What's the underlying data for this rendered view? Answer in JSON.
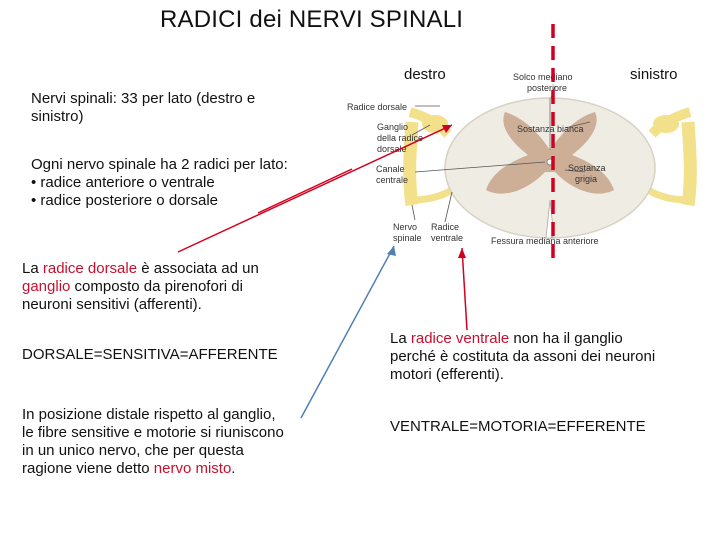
{
  "title": "RADICI dei NERVI SPINALI",
  "side_labels": {
    "right_side": "destro",
    "left_side": "sinistro"
  },
  "figure_labels": {
    "dorsal_root": "Radice dorsale",
    "median_sulcus_line1": "Solco mediano",
    "median_sulcus_line2": "posteriore",
    "ganglion_line1": "Ganglio",
    "ganglion_line2": "della radice",
    "ganglion_line3": "dorsale",
    "white_matter": "Sostanza bianca",
    "central_canal_line1": "Canale",
    "central_canal_line2": "centrale",
    "gray_matter_line1": "Sostanza",
    "gray_matter_line2": "grigia",
    "spinal_nerve_line1": "Nervo",
    "spinal_nerve_line2": "spinale",
    "ventral_root_line1": "Radice",
    "ventral_root_line2": "ventrale",
    "anterior_fissure": "Fessura mediana anteriore"
  },
  "text": {
    "p1_line1": "Nervi spinali: 33 per lato (destro e",
    "p1_line2": "sinistro)",
    "p2_line1": "Ogni nervo spinale ha 2 radici per lato:",
    "p2_line2": "• radice anteriore o ventrale",
    "p2_line3": "• radice posteriore o dorsale",
    "p3_l1_a": "La ",
    "p3_l1_red": "radice dorsale",
    "p3_l1_b": " è associata ad un",
    "p3_l2_red": "ganglio",
    "p3_l2_b": " composto da pirenofori di",
    "p3_line3": "neuroni sensitivi (afferenti).",
    "p4": "DORSALE=SENSITIVA=AFFERENTE",
    "p5_line1": "In posizione distale rispetto al ganglio,",
    "p5_line2": "le fibre sensitive e motorie si riuniscono",
    "p5_line3": "in un unico nervo, che per questa",
    "p5_l4_a": "ragione viene detto ",
    "p5_l4_red": "nervo misto",
    "p5_l4_b": ".",
    "p6_l1_a": "La ",
    "p6_l1_red": "radice ventrale",
    "p6_l1_b": " non ha il ganglio",
    "p6_line2": "perché è costituta da assoni dei neuroni",
    "p6_line3": "motori (efferenti).",
    "p7": "VENTRALE=MOTORIA=EFFERENTE"
  },
  "colors": {
    "accent_red": "#c8102e",
    "pointer_blue": "#4f7fb5",
    "root_yellow": "#f2e08a",
    "white_matter": "#efece4",
    "gray_matter": "#c7a58a"
  }
}
